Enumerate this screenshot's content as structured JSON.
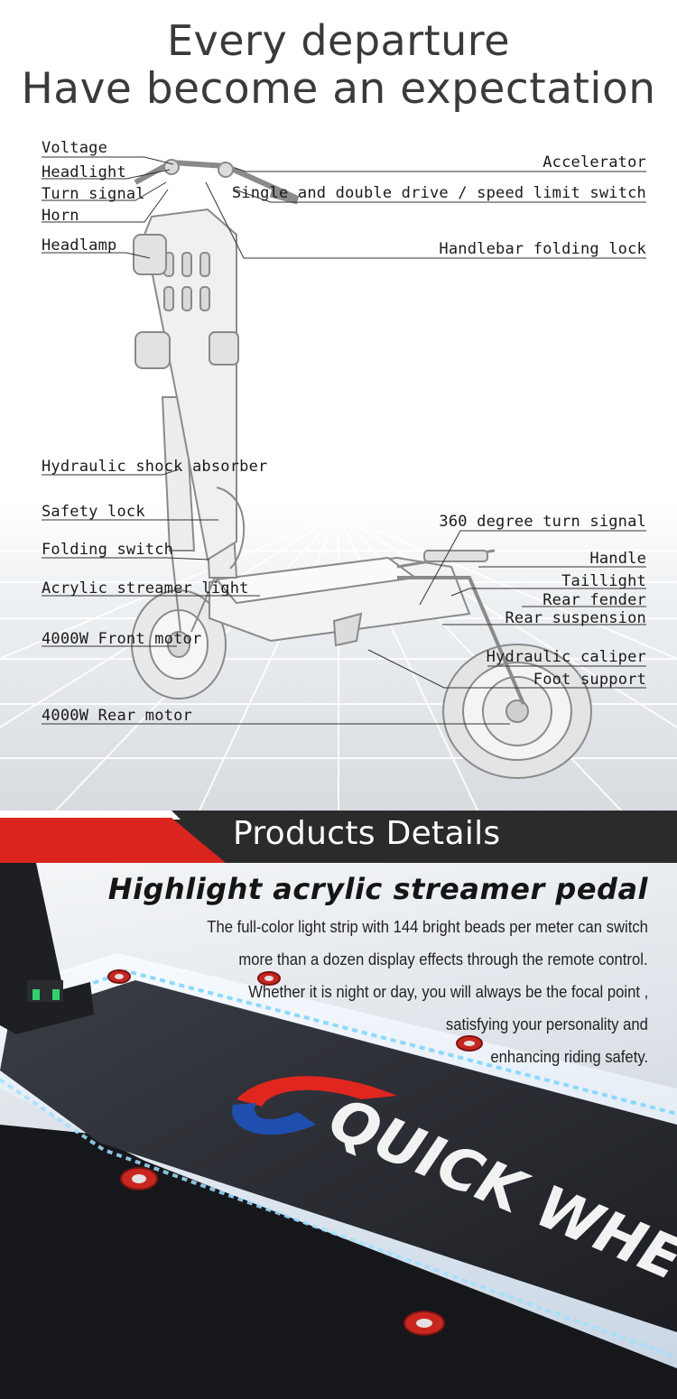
{
  "headline": {
    "line1": "Every departure",
    "line2": "Have become an expectation"
  },
  "callouts": {
    "left": [
      "Voltage",
      "Headlight",
      "Turn signal",
      "Horn",
      "Headlamp",
      "Hydraulic shock absorber",
      "Safety lock",
      "Folding switch",
      "Acrylic streamer light",
      "4000W Front motor",
      "4000W Rear motor"
    ],
    "right": [
      "Accelerator",
      "Single and double drive / speed limit switch",
      "Handlebar folding lock",
      "360 degree turn signal",
      "Handle",
      "Taillight",
      "Rear fender",
      "Rear suspension",
      "Hydraulic caliper",
      "Foot support"
    ]
  },
  "details": {
    "band_title": "Products Details",
    "heading": "Highlight acrylic streamer pedal",
    "description": [
      "The full-color light strip with 144 bright beads per meter can switch",
      "more than a dozen display effects through the remote control.",
      "Whether it is night or day, you will always be the focal point ,",
      "satisfying your personality  and",
      "enhancing riding safety."
    ],
    "logo_text": "QUICK WHE"
  },
  "colors": {
    "band_dark": "#2b2b2b",
    "band_red": "#d9251d",
    "logo_red": "#e0261e",
    "logo_blue": "#1f4fae",
    "streamer_light": "#7fd6ff"
  }
}
